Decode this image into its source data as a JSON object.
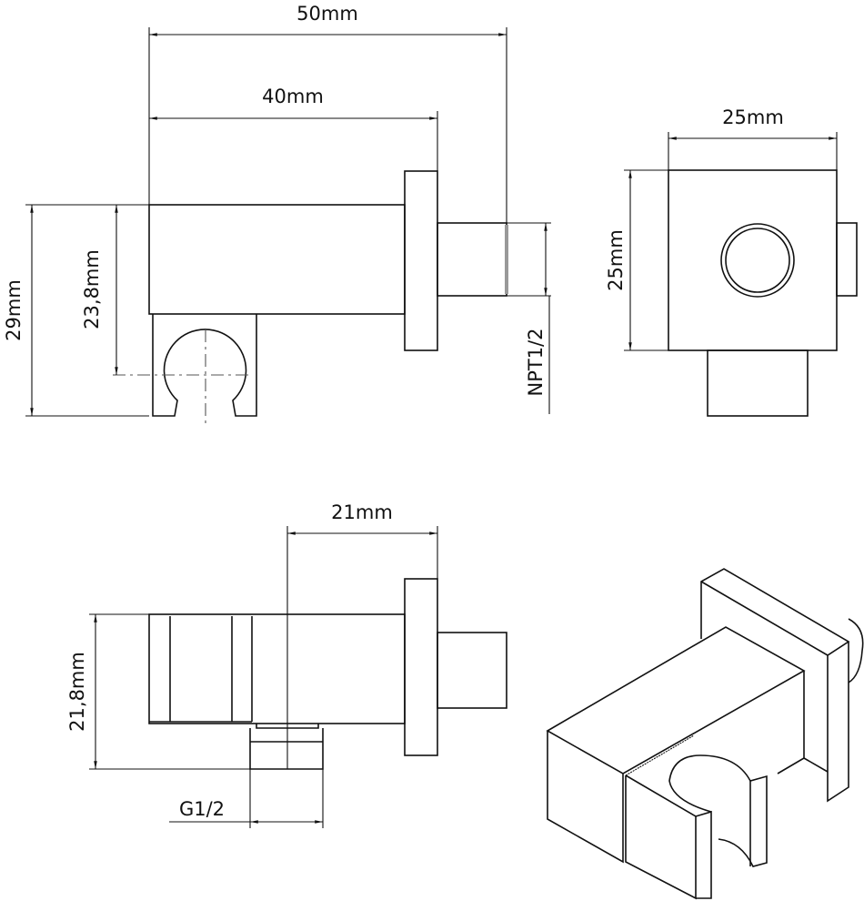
{
  "dimensions": {
    "overall_length": "50mm",
    "body_length": "40mm",
    "overall_height": "29mm",
    "holder_center_height": "23,8mm",
    "inlet_thread": "NPT1/2",
    "flange_width": "25mm",
    "flange_height": "25mm",
    "outlet_offset": "21mm",
    "body_height_side": "21,8mm",
    "outlet_thread": "G1/2"
  }
}
